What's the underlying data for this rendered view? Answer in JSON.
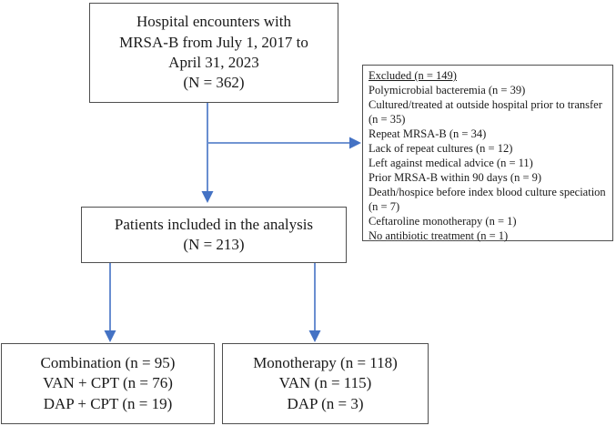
{
  "flowchart": {
    "top_box": {
      "lines": [
        "Hospital encounters with",
        "MRSA-B from July 1, 2017 to",
        "April 31, 2023",
        "(N = 362)"
      ]
    },
    "excluded_box": {
      "title": "Excluded (n = 149)",
      "items": [
        "Polymicrobial bacteremia (n = 39)",
        "Cultured/treated at outside hospital prior to transfer (n = 35)",
        "Repeat MRSA-B (n = 34)",
        "Lack of repeat cultures (n = 12)",
        "Left against medical advice (n = 11)",
        "Prior MRSA-B within 90 days (n = 9)",
        "Death/hospice before index blood culture speciation (n = 7)",
        "Ceftaroline monotherapy (n = 1)",
        "No antibiotic treatment (n = 1)"
      ]
    },
    "included_box": {
      "lines": [
        "Patients included in the analysis",
        "(N = 213)"
      ]
    },
    "combination_box": {
      "lines": [
        "Combination (n = 95)",
        "VAN + CPT (n = 76)",
        "DAP + CPT (n = 19)"
      ]
    },
    "monotherapy_box": {
      "lines": [
        "Monotherapy (n = 118)",
        "VAN (n = 115)",
        "DAP (n = 3)"
      ]
    },
    "colors": {
      "arrow": "#4472C4",
      "box_border": "#4f4f4f",
      "text": "#1a1a1a",
      "background": "#ffffff"
    }
  }
}
